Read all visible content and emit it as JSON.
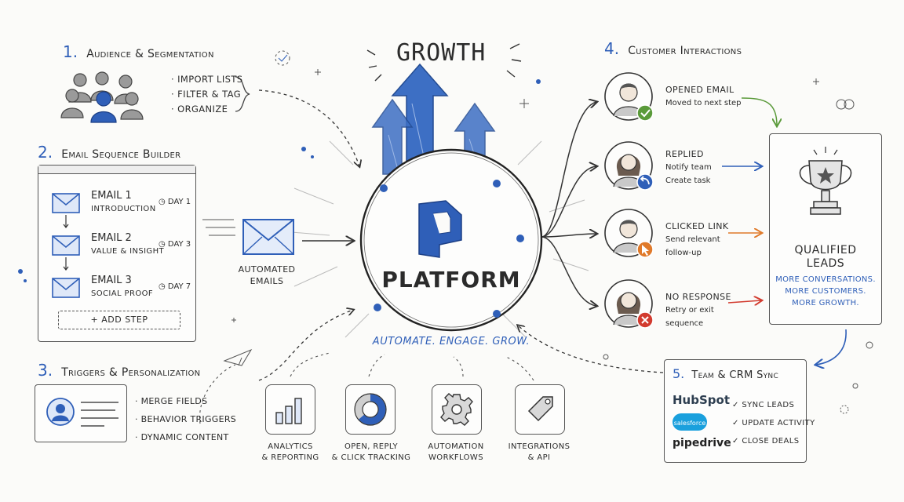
{
  "header": {
    "growth_title": "GROWTH"
  },
  "platform": {
    "name": "PLATFORM",
    "tagline": "AUTOMATE. ENGAGE. GROW."
  },
  "section1": {
    "num": "1.",
    "title": "Audience & Segmentation",
    "items": [
      "· IMPORT LISTS",
      "· FILTER & TAG",
      "· ORGANIZE"
    ]
  },
  "section2": {
    "num": "2.",
    "title": "Email Sequence Builder",
    "emails": [
      {
        "name": "EMAIL 1",
        "sub": "INTRODUCTION",
        "day": "DAY 1"
      },
      {
        "name": "EMAIL 2",
        "sub": "VALUE & INSIGHT",
        "day": "DAY 3"
      },
      {
        "name": "EMAIL 3",
        "sub": "SOCIAL PROOF",
        "day": "DAY 7"
      }
    ],
    "add_step": "+ ADD STEP"
  },
  "automated": {
    "line1": "AUTOMATED",
    "line2": "EMAILS"
  },
  "section3": {
    "num": "3.",
    "title": "Triggers & Personalization",
    "items": [
      "· MERGE FIELDS",
      "· BEHAVIOR TRIGGERS",
      "· DYNAMIC CONTENT"
    ]
  },
  "section4": {
    "num": "4.",
    "title": "Customer Interactions",
    "interactions": [
      {
        "title": "OPENED EMAIL",
        "l1": "Moved to next step",
        "l2": ""
      },
      {
        "title": "REPLIED",
        "l1": "Notify team",
        "l2": "Create task"
      },
      {
        "title": "CLICKED LINK",
        "l1": "Send relevant",
        "l2": "follow-up"
      },
      {
        "title": "NO RESPONSE",
        "l1": "Retry or exit",
        "l2": "sequence"
      }
    ]
  },
  "leads": {
    "title1": "QUALIFIED",
    "title2": "LEADS",
    "l1": "MORE CONVERSATIONS.",
    "l2": "MORE CUSTOMERS.",
    "l3": "MORE GROWTH."
  },
  "section5": {
    "num": "5.",
    "title": "Team & CRM Sync",
    "logos": [
      "HubSpot",
      "salesforce",
      "pipedrive"
    ],
    "checks": [
      "✓ SYNC LEADS",
      "✓ UPDATE ACTIVITY",
      "✓ CLOSE DEALS"
    ]
  },
  "features": [
    {
      "l1": "ANALYTICS",
      "l2": "& REPORTING"
    },
    {
      "l1": "OPEN, REPLY",
      "l2": "& CLICK TRACKING"
    },
    {
      "l1": "AUTOMATION",
      "l2": "WORKFLOWS"
    },
    {
      "l1": "INTEGRATIONS",
      "l2": "& API"
    }
  ],
  "colors": {
    "accent": "#2f5fb8",
    "green": "#5a9a3a",
    "orange": "#e07a2a",
    "red": "#d23b2f",
    "ink": "#2b2b2b"
  }
}
